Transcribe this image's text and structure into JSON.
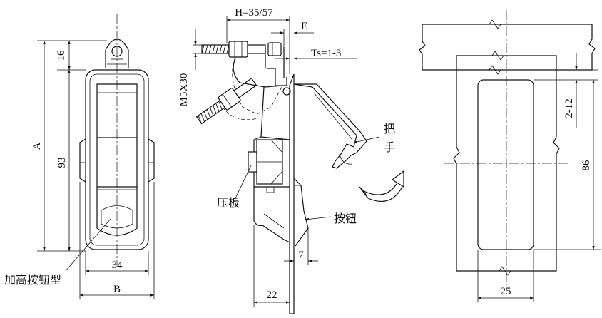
{
  "front_view": {
    "dim_16": "16",
    "dim_A": "A",
    "dim_93": "93",
    "dim_34": "34",
    "dim_B": "B",
    "label_raised_button": "加高按钮型"
  },
  "side_view": {
    "dim_H": "H=35/57",
    "dim_E": "E",
    "dim_Ts": "Ts=1-3",
    "dim_thread": "M5X30",
    "dim_7": "7",
    "dim_22": "22",
    "label_handle_1": "把",
    "label_handle_2": "手",
    "label_pressure_plate": "压板",
    "label_button": "按钮"
  },
  "cutout_view": {
    "dim_2_12": "2-12",
    "dim_86": "86",
    "dim_25": "25"
  }
}
